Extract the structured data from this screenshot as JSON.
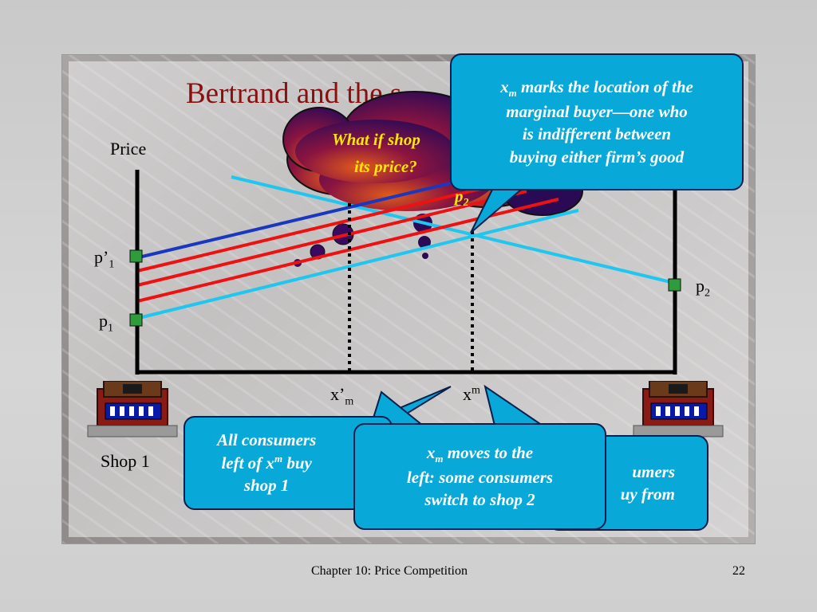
{
  "slide": {
    "title": "Bertrand and the s",
    "cloud_text_line1": "What if shop",
    "cloud_text_line2": "its price?",
    "cloud_p2": "p",
    "cloud_p2_sub": "2"
  },
  "axis": {
    "price_label": "Price"
  },
  "labels": {
    "p1_prime": "p’",
    "p1_prime_sub": "1",
    "p1": "p",
    "p1_sub": "1",
    "p2": "p",
    "p2_sub": "2",
    "xm_prime": "x’",
    "xm_prime_sub": "m",
    "xm": "x",
    "xm_sup": "m",
    "shop1": "Shop 1"
  },
  "callouts": {
    "marginal_var": "x",
    "marginal_sub": "m",
    "marginal_text_a": " marks the location of the",
    "marginal_text_b": "marginal buyer—one who",
    "marginal_text_c": "is indifferent between",
    "marginal_text_d": "buying either firm’s good",
    "all_line1": "All consumers",
    "all_line2a": "left of x",
    "all_line2_sup": "m",
    "all_line2b": " buy",
    "all_line3": "shop 1",
    "right_line1": "umers",
    "right_line2": "uy from",
    "moves_var": "x",
    "moves_sub": "m",
    "moves_text_a": " moves to the",
    "moves_text_b": "left: some consumers",
    "moves_text_c": "switch to shop 2"
  },
  "footer": {
    "chapter": "Chapter 10: Price Competition",
    "page": "22"
  },
  "colors": {
    "title": "#8a1010",
    "callout_fill": "#08a8d8",
    "cloud_fill": "#7a0f3a",
    "cloud_text": "#ffe800",
    "red_line": "#ee1111",
    "blue_line": "#1838c0",
    "cyan_line": "#1ec6f0",
    "marker": "#2e9c3a"
  }
}
